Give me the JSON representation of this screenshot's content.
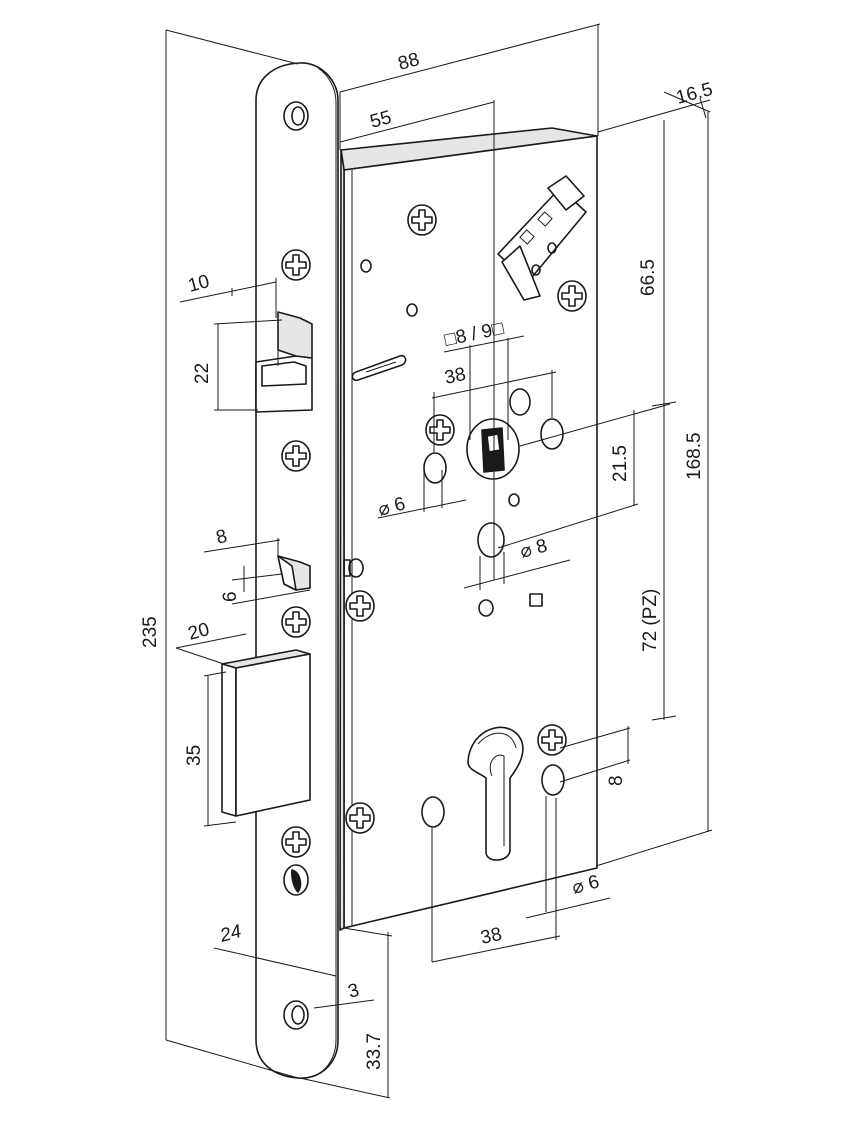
{
  "diagram": {
    "dimensions": {
      "d88": "88",
      "d55": "55",
      "d16_5": "16.5",
      "d10": "10",
      "d22": "22",
      "d66_5": "66.5",
      "d8_9": "□8 / 9□",
      "d38_top": "38",
      "d21_5": "21.5",
      "d168_5": "168.5",
      "d6_left": "⌀ 6",
      "d8_circle": "⌀ 8",
      "d8_side": "8",
      "d6_side": "6",
      "d20": "20",
      "d235": "235",
      "d72": "72 (PZ)",
      "d35": "35",
      "d8_cyl": "8",
      "d6_cyl": "⌀ 6",
      "d24": "24",
      "d38_bottom": "38",
      "d3": "3",
      "d33_7": "33.7"
    }
  }
}
